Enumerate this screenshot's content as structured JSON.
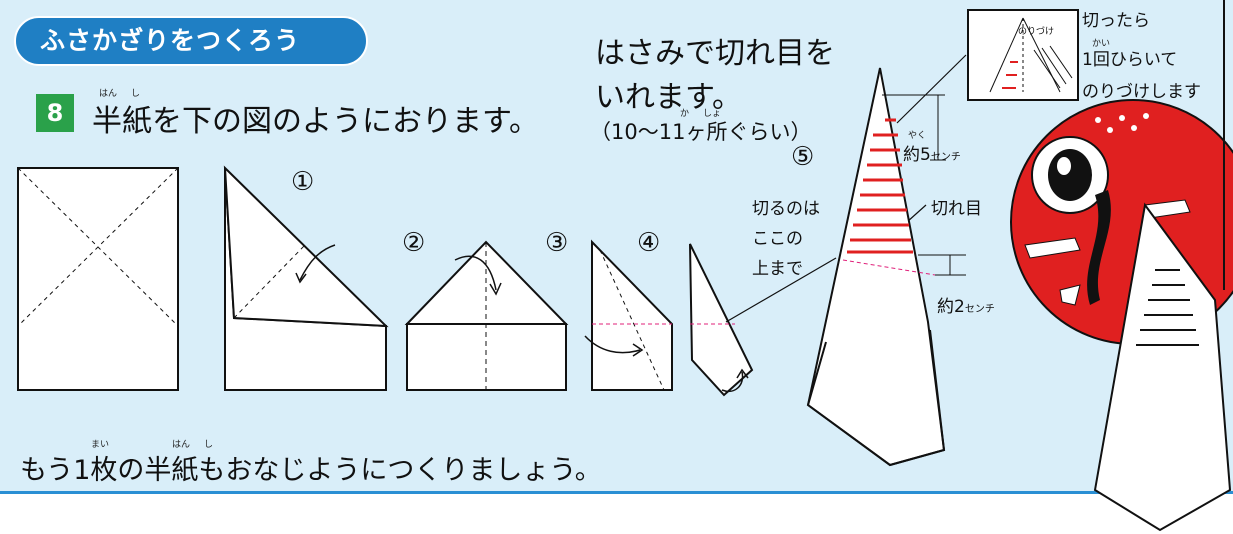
{
  "header": {
    "title": "ふさかざりをつくろう"
  },
  "step8": {
    "number": "8",
    "text": "半紙を下の図のようにおります。",
    "ruby_han": "はん",
    "ruby_shi": "し"
  },
  "cut_instruction": {
    "line1": "はさみで切れ目を",
    "line2": "いれます。",
    "count": "（10〜11ヶ所ぐらい）",
    "ruby_ka": "か",
    "ruby_sho": "しょ"
  },
  "steps": {
    "s1": "①",
    "s2": "②",
    "s3": "③",
    "s4": "④",
    "s5": "⑤"
  },
  "labels": {
    "cut_until_1": "切るのは",
    "cut_until_2": "ここの",
    "cut_until_3": "上まで",
    "cut_slits": "切れ目",
    "approx5": "約5",
    "approx2": "約2",
    "unit_cm": "センチ",
    "ruby_yaku": "やく",
    "glue_inset": "のりづけ",
    "after_cut_1": "切ったら",
    "after_cut_2": "1回ひらいて",
    "after_cut_3": "のりづけします",
    "ruby_kai": "かい"
  },
  "closing": {
    "text": "もう1枚の半紙もおなじようにつくりましょう。",
    "ruby_mai": "まい",
    "ruby_han": "はん",
    "ruby_shi": "し"
  },
  "colors": {
    "panel_bg": "#d9eef9",
    "title_bg": "#1f7fc4",
    "badge_bg": "#2aa14a",
    "accent_red": "#e02020",
    "fold_pink": "#e0207a"
  }
}
